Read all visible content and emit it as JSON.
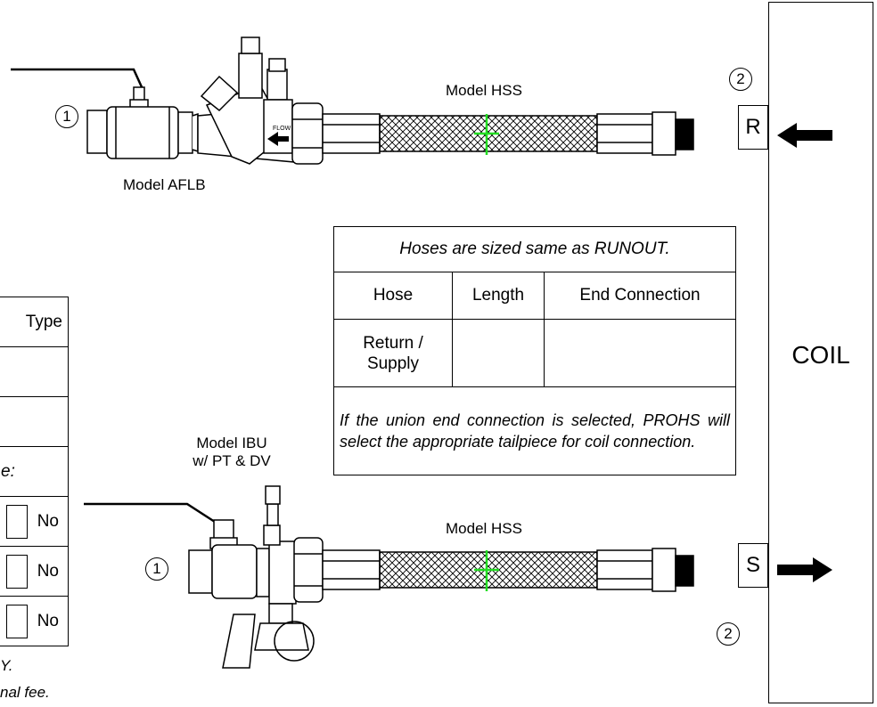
{
  "labels": {
    "model_hss_top": "Model HSS",
    "model_hss_bottom": "Model HSS",
    "model_aflb": "Model AFLB",
    "model_ibu_line1": "Model IBU",
    "model_ibu_line2": "w/ PT & DV",
    "flow": "FLOW",
    "callout_1": "1",
    "callout_2": "2"
  },
  "coil": {
    "label": "COIL",
    "return_port": "R",
    "supply_port": "S"
  },
  "hose_table": {
    "caption": "Hoses are sized same as RUNOUT.",
    "headers": [
      "Hose",
      "Length",
      "End Connection"
    ],
    "rows": [
      {
        "hose_line1": "Return /",
        "hose_line2": "Supply",
        "length": "",
        "end_connection": ""
      }
    ],
    "note": "If the union end connection is selected, PROHS will select the appropriate tailpiece for coil connection."
  },
  "left_table": {
    "header": "Type",
    "partial_row": "e:",
    "options": [
      "No",
      "No",
      "No"
    ]
  },
  "footnotes": {
    "line1": "Y.",
    "line2": "nal fee."
  },
  "colors": {
    "centerline": "#22dd22",
    "stroke": "#000000"
  }
}
